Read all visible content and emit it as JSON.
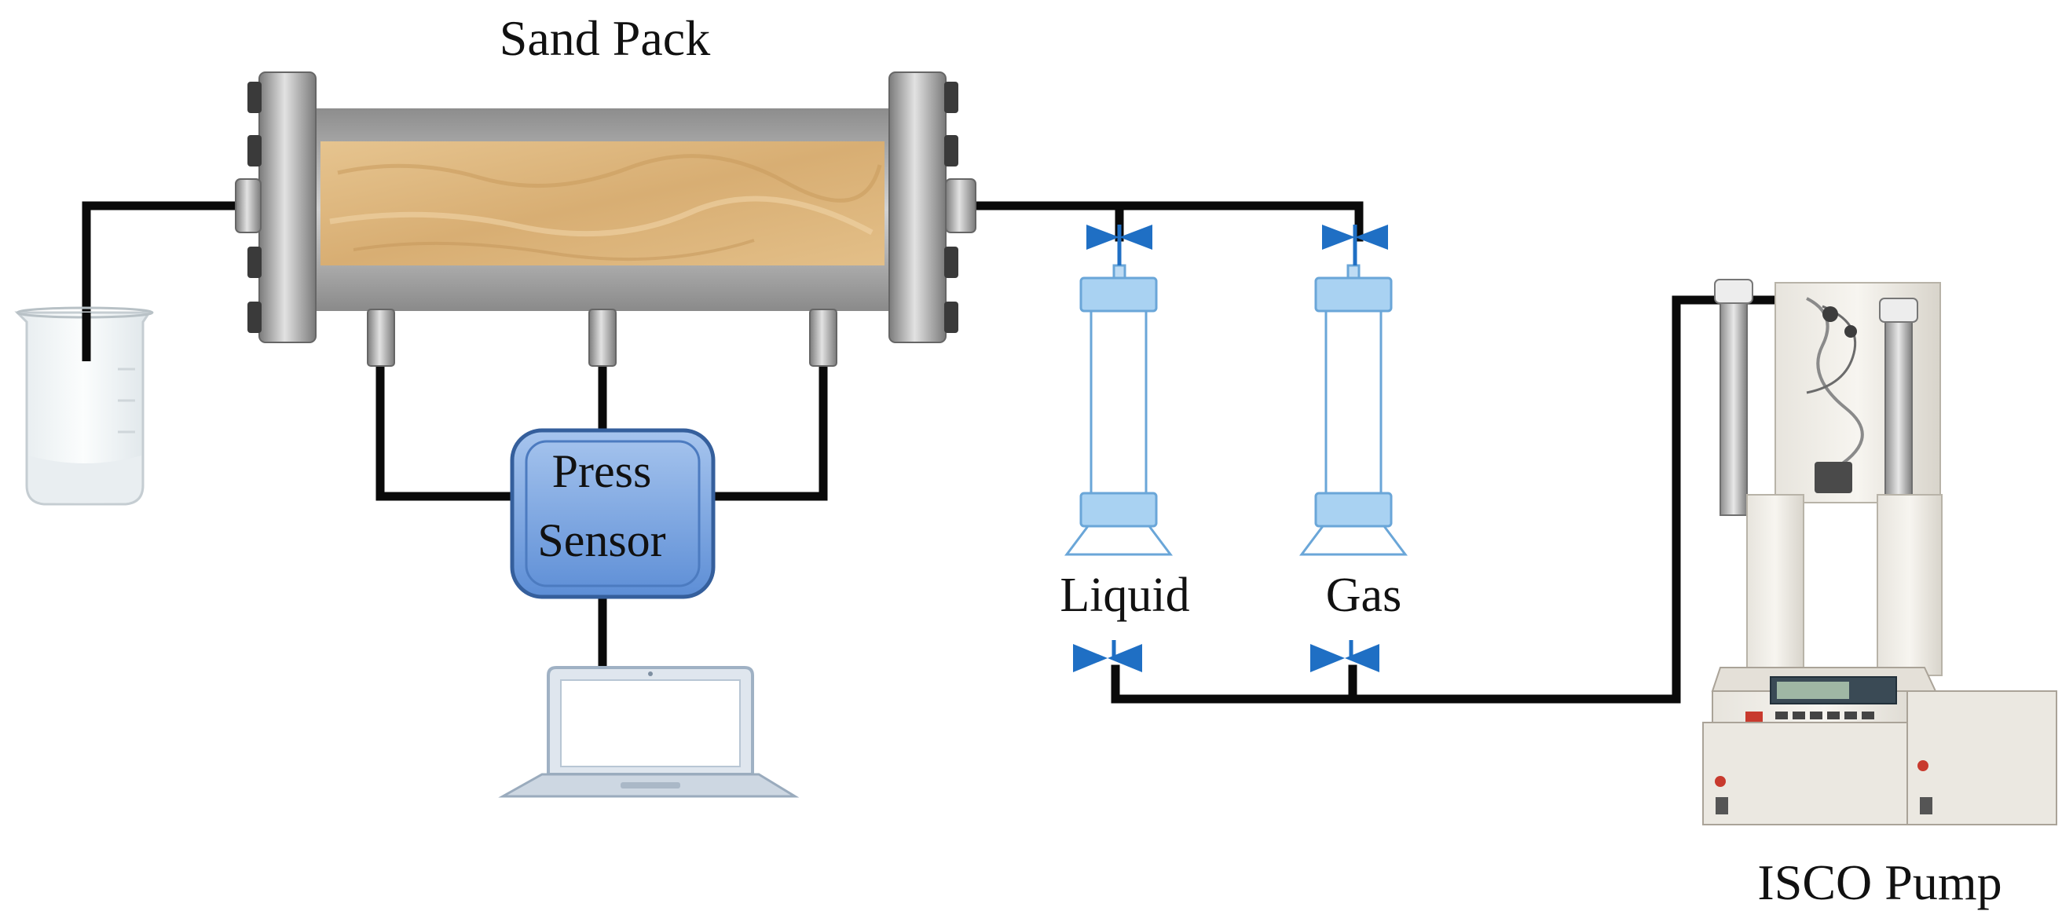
{
  "labels": {
    "sand_pack": "Sand Pack",
    "press": "Press",
    "sensor": "Sensor",
    "liquid": "Liquid",
    "gas": "Gas",
    "isco_pump": "ISCO Pump"
  },
  "colors": {
    "pipe": "#0a0a0a",
    "valve": "#1f6fc4",
    "sensor_box": "#7fa9e0",
    "cylinder": "#a9d2f2",
    "cylinder_stroke": "#6aa6d8",
    "sand": "#dcb57e",
    "steel": "#a6a6a6"
  },
  "icons": {
    "beaker": "beaker-icon",
    "laptop": "laptop-icon",
    "pump": "isco-pump-icon",
    "valve": "valve-icon"
  }
}
